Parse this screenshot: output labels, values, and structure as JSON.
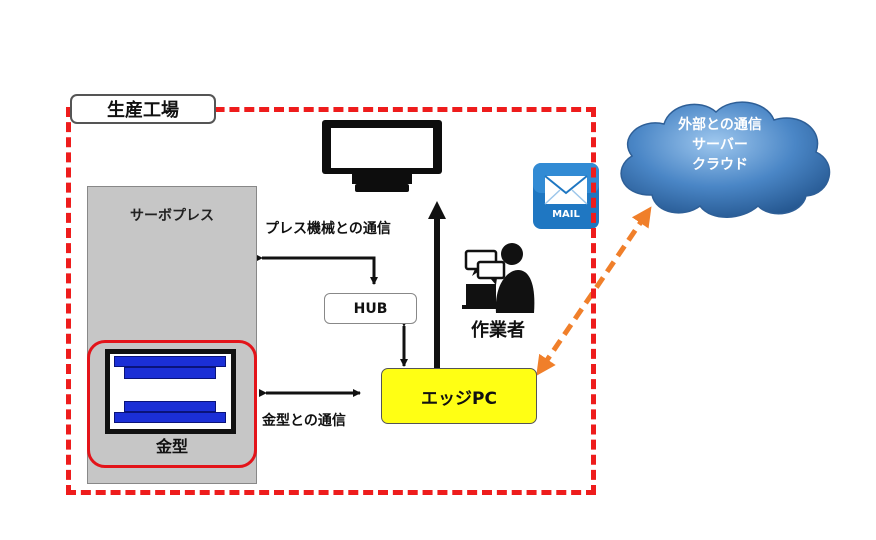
{
  "factory": {
    "label": "生産工場"
  },
  "servo_press": {
    "label": "サーボプレス"
  },
  "die": {
    "label": "金型"
  },
  "hub": {
    "label": "HUB"
  },
  "edge_pc": {
    "label": "エッジPC"
  },
  "connections": {
    "press_comm": "プレス機械との通信",
    "die_comm": "金型との通信"
  },
  "worker": {
    "label": "作業者",
    "icon": "worker-icon"
  },
  "monitor": {
    "icon": "monitor-icon"
  },
  "mail": {
    "label": "MAIL",
    "icon": "mail-icon"
  },
  "cloud": {
    "lines": [
      "外部との通信",
      "サーバー",
      "クラウド"
    ],
    "color": "#4a86c6"
  },
  "colors": {
    "factory_border": "#ee1c1c",
    "edge_pc": "#ffff14",
    "cloud_arrow": "#f07f2a",
    "die_plate": "#1b2fd6"
  }
}
